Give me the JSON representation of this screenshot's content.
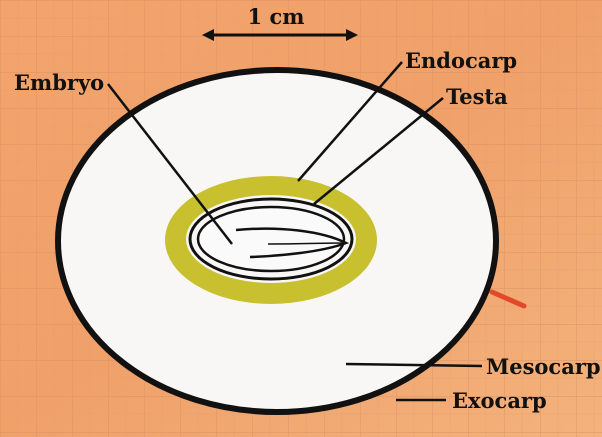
{
  "scale_bar": {
    "label": "1 cm"
  },
  "labels": {
    "embryo": "Embryo",
    "endocarp": "Endocarp",
    "testa": "Testa",
    "mesocarp": "Mesocarp",
    "exocarp": "Exocarp"
  },
  "colors": {
    "background_orange": "#f0a06a",
    "grid_line": "#c9865e",
    "mesocarp_fill": "#f8f7f6",
    "exocarp_stroke": "#111111",
    "endocarp_ring": "#c9c030",
    "leader_line": "#111111"
  }
}
